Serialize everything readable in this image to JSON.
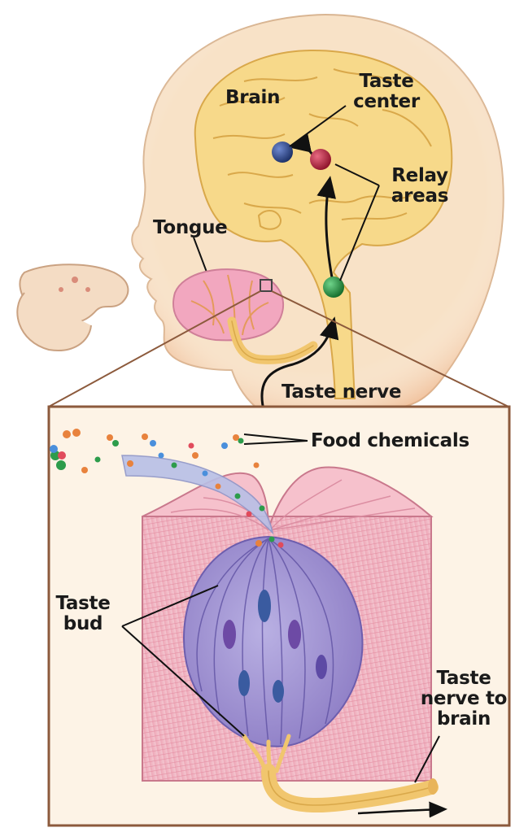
{
  "labels": {
    "brain": "Brain",
    "taste_center": [
      "Taste",
      "center"
    ],
    "relay_areas": [
      "Relay",
      "areas"
    ],
    "tongue": "Tongue",
    "taste_nerve": "Taste nerve",
    "food_chemicals": "Food chemicals",
    "taste_bud": [
      "Taste",
      "bud"
    ],
    "taste_nerve_to_brain": [
      "Taste",
      "nerve to",
      "brain"
    ]
  },
  "colors": {
    "skin": "#f8e2c7",
    "skin_edge": "#d9b592",
    "brain": "#f7d98a",
    "brain_edge": "#d9a84a",
    "nerve": "#f1c66e",
    "tongue": "#f2a7bf",
    "taste_center_node": "#23407f",
    "relay_node_upper": "#b51f3c",
    "relay_node_lower": "#1d8f3a",
    "inset_border": "#8c5a3c",
    "tissue": "#f1b6c2",
    "bud": "#9d8fd0",
    "arrow": "#111111"
  }
}
